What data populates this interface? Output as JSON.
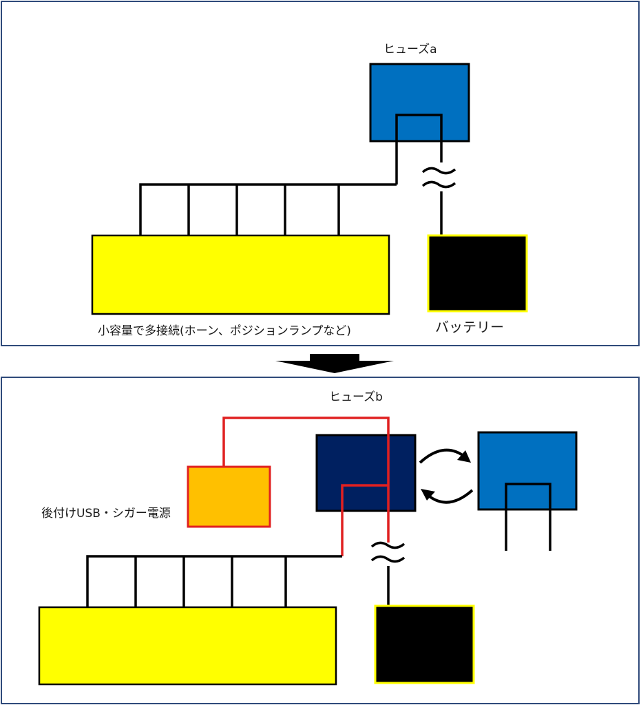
{
  "top_panel": {
    "fuse_label": "ヒューズa",
    "load_label": "小容量で多接続(ホーン、ポジションランプなど)",
    "battery_label": "バッテリー"
  },
  "bottom_panel": {
    "fuse_label": "ヒューズb",
    "accessory_label": "後付けUSB・シガー電源"
  },
  "colors": {
    "panel_border": "#2f4a7a",
    "fuse_a": "#0070c0",
    "fuse_b": "#002060",
    "load_block": "#ffff00",
    "battery": "#000000",
    "battery_border": "#ffff00",
    "accessory": "#ffc000",
    "accessory_border": "#e02020",
    "added_wire": "#e02020",
    "wire": "#000000"
  }
}
